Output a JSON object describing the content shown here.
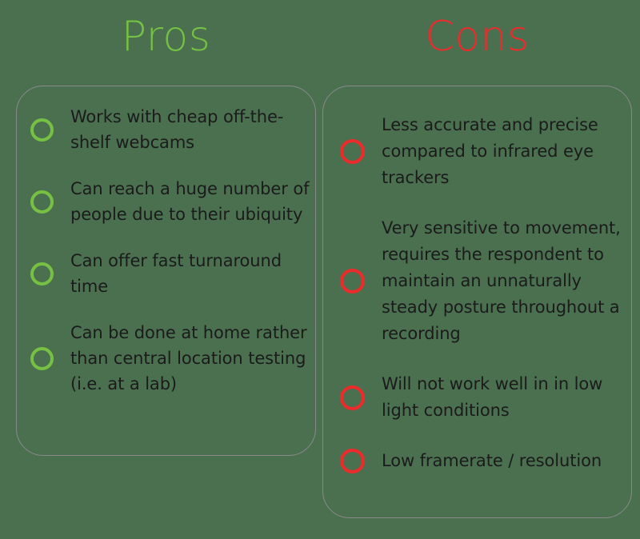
{
  "colors": {
    "background": "#4a7050",
    "pros_accent": "#76c043",
    "cons_accent": "#ee2b2b",
    "card_border": "#8a8a8a",
    "body_text": "#1b1b1b"
  },
  "columns": [
    {
      "id": "pros",
      "heading": "Pros",
      "bullet_style": "circle-outline-green",
      "items": [
        {
          "text": "Works with cheap off-the-shelf webcams"
        },
        {
          "text": "Can reach a huge number of people due to their ubiquity"
        },
        {
          "text": "Can offer fast turnaround time"
        },
        {
          "text": "Can be done at home rather than central location testing (i.e. at a lab)"
        }
      ]
    },
    {
      "id": "cons",
      "heading": "Cons",
      "bullet_style": "circle-outline-red",
      "items": [
        {
          "text": "Less accurate and precise compared to infrared eye trackers"
        },
        {
          "text": "Very sensitive to movement, requires the respondent to maintain an unnaturally steady posture throughout a recording"
        },
        {
          "text": "Will not work well in in low light conditions"
        },
        {
          "text": "Low framerate / resolution"
        }
      ]
    }
  ]
}
